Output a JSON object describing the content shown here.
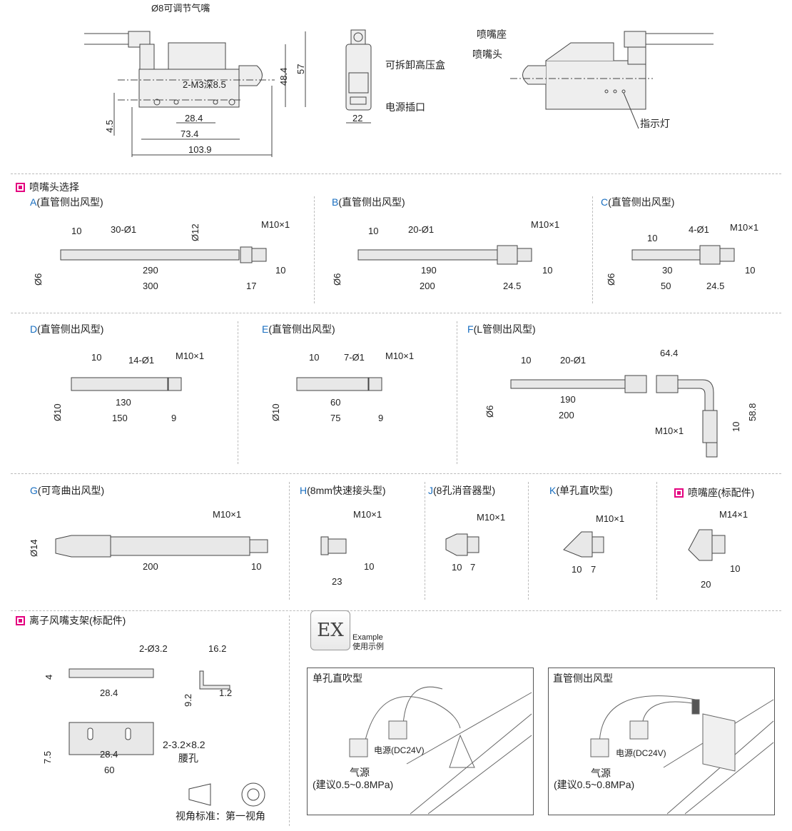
{
  "top": {
    "fitting": "Ø8可调节气嘴",
    "tapped": "2-M3深8.5",
    "d28": "28.4",
    "d73": "73.4",
    "d103": "103.9",
    "d45": "4.5",
    "d484": "48.4",
    "d57": "57",
    "hv_box": "可拆卸高压盒",
    "power_port": "电源插口",
    "d22": "22",
    "nozzle_seat": "喷嘴座",
    "nozzle_head": "喷嘴头",
    "indicator": "指示灯"
  },
  "nozzle_section": {
    "title": "喷嘴头选择"
  },
  "A": {
    "key": "A",
    "name": "(直管侧出风型)",
    "d10": "10",
    "holes": "30-Ø1",
    "dia12": "Ø12",
    "thread": "M10×1",
    "d290": "290",
    "d10b": "10",
    "dia6": "Ø6",
    "d300": "300",
    "d17": "17"
  },
  "B": {
    "key": "B",
    "name": "(直管侧出风型)",
    "d10": "10",
    "holes": "20-Ø1",
    "thread": "M10×1",
    "d190": "190",
    "d10b": "10",
    "dia6": "Ø6",
    "d200": "200",
    "d245": "24.5"
  },
  "C": {
    "key": "C",
    "name": "(直管侧出风型)",
    "d10": "10",
    "holes": "4-Ø1",
    "thread": "M10×1",
    "d30": "30",
    "d10b": "10",
    "dia6": "Ø6",
    "d50": "50",
    "d245": "24.5"
  },
  "D": {
    "key": "D",
    "name": "(直管侧出风型)",
    "d10": "10",
    "holes": "14-Ø1",
    "thread": "M10×1",
    "d130": "130",
    "d150": "150",
    "d9": "9",
    "dia10": "Ø10"
  },
  "E": {
    "key": "E",
    "name": "(直管侧出风型)",
    "d10": "10",
    "holes": "7-Ø1",
    "thread": "M10×1",
    "d60": "60",
    "d75": "75",
    "d9": "9",
    "dia10": "Ø10"
  },
  "F": {
    "key": "F",
    "name": "(L管侧出风型)",
    "d10": "10",
    "holes": "20-Ø1",
    "d644": "64.4",
    "d190": "190",
    "d200": "200",
    "dia6": "Ø6",
    "d10v": "10",
    "d588": "58.8",
    "thread": "M10×1"
  },
  "G": {
    "key": "G",
    "name": "(可弯曲出风型)",
    "thread": "M10×1",
    "dia14": "Ø14",
    "d200": "200",
    "d10": "10"
  },
  "H": {
    "key": "H",
    "name": "(8mm快速接头型)",
    "thread": "M10×1",
    "d10": "10",
    "d23": "23"
  },
  "J": {
    "key": "J",
    "name": "(8孔消音器型)",
    "thread": "M10×1",
    "d10": "10",
    "d7": "7"
  },
  "K": {
    "key": "K",
    "name": "(单孔直吹型)",
    "thread": "M10×1",
    "d10": "10",
    "d7": "7"
  },
  "seat": {
    "name": "喷嘴座(标配件)",
    "thread": "M14×1",
    "d10": "10",
    "d20": "20"
  },
  "bracket": {
    "title": "离子风嘴支架(标配件)",
    "holes": "2-Ø3.2",
    "d162": "16.2",
    "d4": "4",
    "d284": "28.4",
    "d92": "9.2",
    "d12": "1.2",
    "slots": "2-3.2×8.2",
    "slot_name": "腰孔",
    "d75": "7.5",
    "d284b": "28.4",
    "d60": "60",
    "view": "视角标准：第一视角"
  },
  "example": {
    "badge": "EX",
    "en": "Example",
    "cn": "使用示例",
    "panels": [
      {
        "title": "单孔直吹型",
        "power": "电源(DC24V)",
        "air": "气源",
        "pressure": "(建议0.5~0.8MPa)"
      },
      {
        "title": "直管侧出风型",
        "power": "电源(DC24V)",
        "air": "气源",
        "pressure": "(建议0.5~0.8MPa)"
      }
    ]
  },
  "colors": {
    "accent": "#1a6fc0",
    "marker": "#e4007f"
  }
}
